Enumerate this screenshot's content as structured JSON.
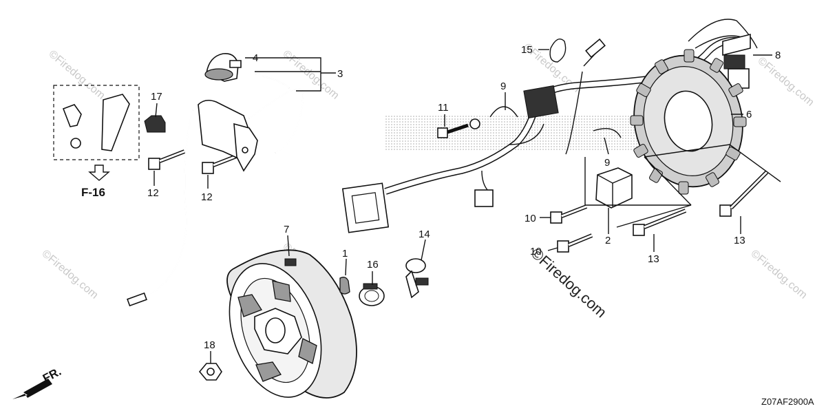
{
  "diagram": {
    "code": "Z07AF2900A",
    "direction_label": "FR.",
    "ref_label": "F-16",
    "watermark": "©Firedog.com",
    "watermark_large": "©Firedog.com",
    "callouts": {
      "c1": "1",
      "c2": "2",
      "c3": "3",
      "c4": "4",
      "c6": "6",
      "c7": "7",
      "c8": "8",
      "c9a": "9",
      "c9b": "9",
      "c10a": "10",
      "c10b": "10",
      "c11": "11",
      "c12a": "12",
      "c12b": "12",
      "c13a": "13",
      "c13b": "13",
      "c14": "14",
      "c15": "15",
      "c16": "16",
      "c17": "17",
      "c18": "18"
    }
  }
}
